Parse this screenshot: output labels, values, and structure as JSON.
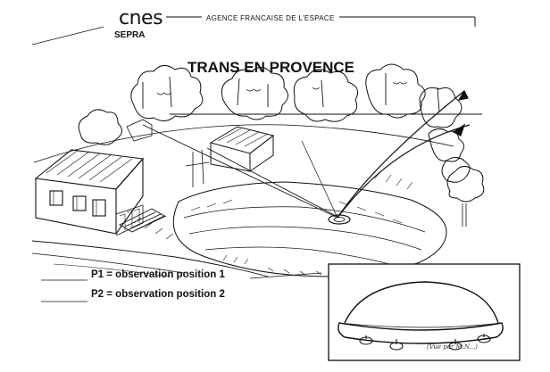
{
  "header": {
    "logo_text": "cnes",
    "sub_logo": "SEPRA",
    "agency": "AGENCE FRANCAISE DE L'ESPACE"
  },
  "diagram": {
    "title": "TRANS EN PROVENCE",
    "labels": [
      "P1 = observation position 1",
      "P2 = observation position 2"
    ]
  },
  "inset": {
    "caption": "(Vue par M.N...)"
  }
}
